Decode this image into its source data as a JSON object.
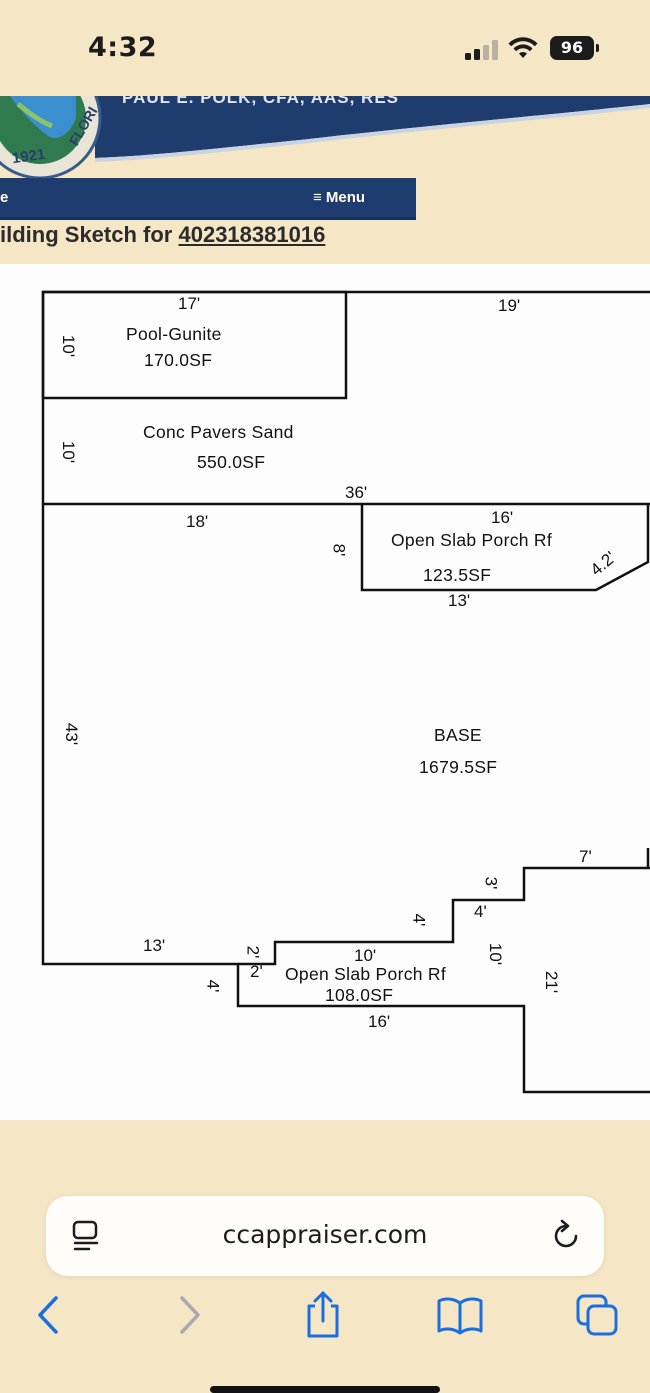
{
  "status_bar": {
    "time": "4:32",
    "battery": "96",
    "signal_bars_active": 2
  },
  "header": {
    "banner_text": "PAUL E. POLK, CFA, AAS, RES",
    "seal_year": "1921",
    "seal_text": "FLORI",
    "nav_home": "e",
    "nav_menu": "≡ Menu",
    "title_prefix": "ilding Sketch for",
    "parcel_number": "402318381016"
  },
  "sketch": {
    "areas": [
      {
        "name": "Pool-Gunite",
        "sf": "170.0SF"
      },
      {
        "name": "Conc Pavers Sand",
        "sf": "550.0SF"
      },
      {
        "name": "Open Slab Porch Rf",
        "sf": "123.5SF"
      },
      {
        "name": "BASE",
        "sf": "1679.5SF"
      },
      {
        "name": "Open Slab Porch Rf",
        "sf": "108.0SF"
      }
    ],
    "dimensions": {
      "pool_top": "17'",
      "pool_side": "10'",
      "top_right": "19'",
      "pavers_side": "10'",
      "pavers_bottom": "36'",
      "base_top": "18'",
      "porch1_side": "8'",
      "porch1_top": "16'",
      "porch1_diag": "4.2'",
      "porch1_bottom": "13'",
      "base_left": "43'",
      "base_bottom_left": "13'",
      "step_2a": "2'",
      "step_2b": "2'",
      "step_4": "4'",
      "porch2_top": "10'",
      "step_4b": "4'",
      "step_4c": "4'",
      "step_3": "3'",
      "porch2_side": "10'",
      "right_7": "7'",
      "right_21": "21'",
      "porch2_bottom": "16'"
    }
  },
  "browser": {
    "url": "ccappraiser.com"
  },
  "colors": {
    "page_bg": "#f5e6c6",
    "nav_bg": "#1f3c6e",
    "sketch_bg": "#fdfdfd",
    "accent": "#1a6fe0"
  }
}
